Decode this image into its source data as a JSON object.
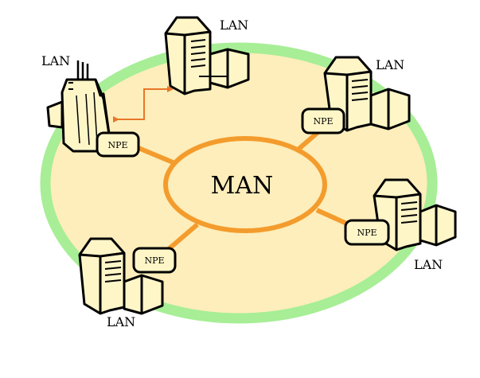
{
  "diagram": {
    "center_label": "MAN",
    "npe_label": "NPE",
    "lan_label": "LAN",
    "colors": {
      "outer_ring": "#a7ee96",
      "outer_fill": "#fdeebb",
      "man_ring": "#f39c2d",
      "link": "#f39c2d",
      "arrow": "#e8762a",
      "device_fill": "#fff6c8",
      "outline": "#000000"
    },
    "nodes": [
      {
        "id": "top-left",
        "lan": "LAN",
        "npe": "NPE"
      },
      {
        "id": "top",
        "lan": "LAN"
      },
      {
        "id": "top-right",
        "lan": "LAN",
        "npe": "NPE"
      },
      {
        "id": "right",
        "lan": "LAN",
        "npe": "NPE"
      },
      {
        "id": "bottom-left",
        "lan": "LAN",
        "npe": "NPE"
      }
    ]
  }
}
